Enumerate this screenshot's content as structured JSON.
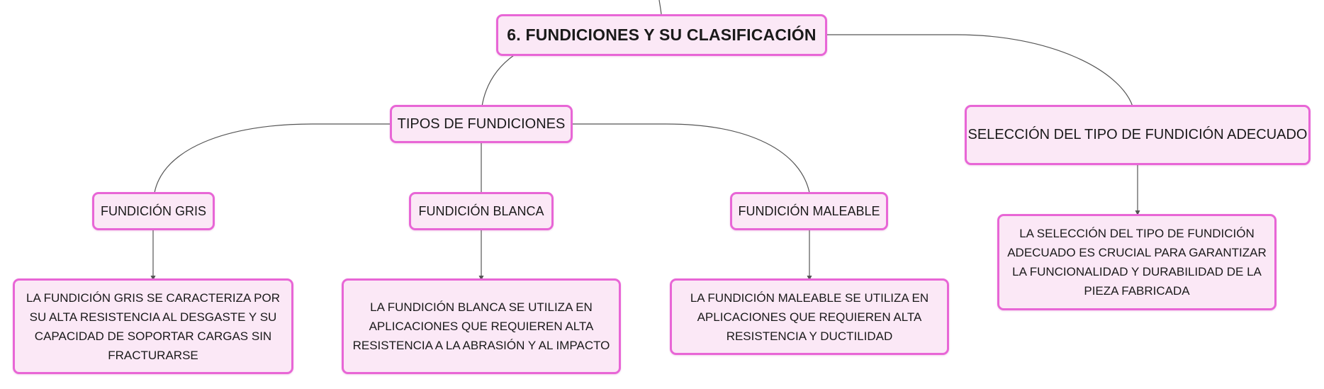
{
  "diagram": {
    "root": {
      "label": "6. FUNDICIONES Y SU CLASIFICACIÓN"
    },
    "types": {
      "label": "TIPOS DE FUNDICIONES"
    },
    "selection": {
      "label": "SELECCIÓN DEL TIPO DE FUNDICIÓN ADECUADO",
      "description": "LA SELECCIÓN DEL TIPO DE FUNDICIÓN ADECUADO ES CRUCIAL PARA GARANTIZAR LA FUNCIONALIDAD Y DURABILIDAD DE LA PIEZA FABRICADA"
    },
    "gris": {
      "label": "FUNDICIÓN GRIS",
      "description": "LA FUNDICIÓN GRIS SE CARACTERIZA POR SU ALTA RESISTENCIA AL DESGASTE Y SU CAPACIDAD DE SOPORTAR CARGAS SIN FRACTURARSE"
    },
    "blanca": {
      "label": "FUNDICIÓN BLANCA",
      "description": "LA FUNDICIÓN BLANCA SE UTILIZA EN APLICACIONES QUE REQUIEREN ALTA RESISTENCIA A LA ABRASIÓN Y AL IMPACTO"
    },
    "maleable": {
      "label": "FUNDICIÓN MALEABLE",
      "description": "LA FUNDICIÓN MALEABLE SE UTILIZA EN APLICACIONES QUE REQUIEREN ALTA RESISTENCIA Y DUCTILIDAD"
    }
  },
  "colors": {
    "node_fill": "#fbe8f6",
    "node_border": "#e866d6",
    "connector": "#555555"
  }
}
